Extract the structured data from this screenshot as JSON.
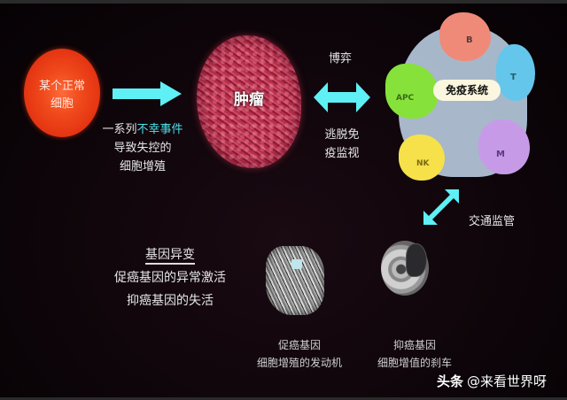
{
  "normal_cell": {
    "label_line1": "某个正常",
    "label_line2": "细胞",
    "color": "#e43412"
  },
  "step1": {
    "line1_prefix": "一系列",
    "line1_highlight": "不幸事件",
    "line2": "导致失控的",
    "line3": "细胞增殖"
  },
  "tumor": {
    "label": "肿瘤",
    "color": "#a52a45"
  },
  "interaction": {
    "top_label": "博弈",
    "bottom_line1": "逃脱免",
    "bottom_line2": "疫监视"
  },
  "immune_system": {
    "label": "免疫系统",
    "cells": [
      {
        "name": "B",
        "color": "#f08a78"
      },
      {
        "name": "T",
        "color": "#64c6ea"
      },
      {
        "name": "APC",
        "color": "#86e23a"
      },
      {
        "name": "NK",
        "color": "#f6e14a"
      },
      {
        "name": "M",
        "color": "#c79ae8"
      }
    ]
  },
  "regulation": {
    "label": "交通监管"
  },
  "gene_mutation": {
    "title": "基因异变",
    "line1": "促癌基因的异常激活",
    "line2": "抑癌基因的失活"
  },
  "oncogene": {
    "line1": "促癌基因",
    "line2": "细胞增殖的发动机"
  },
  "tumor_suppressor": {
    "line1": "抑癌基因",
    "line2": "细胞增值的刹车"
  },
  "watermark": {
    "brand": "头条",
    "handle": "@来看世界呀"
  },
  "colors": {
    "arrow": "#5ef0f4",
    "highlight": "#4fe0ea",
    "background": "#0d0509"
  }
}
